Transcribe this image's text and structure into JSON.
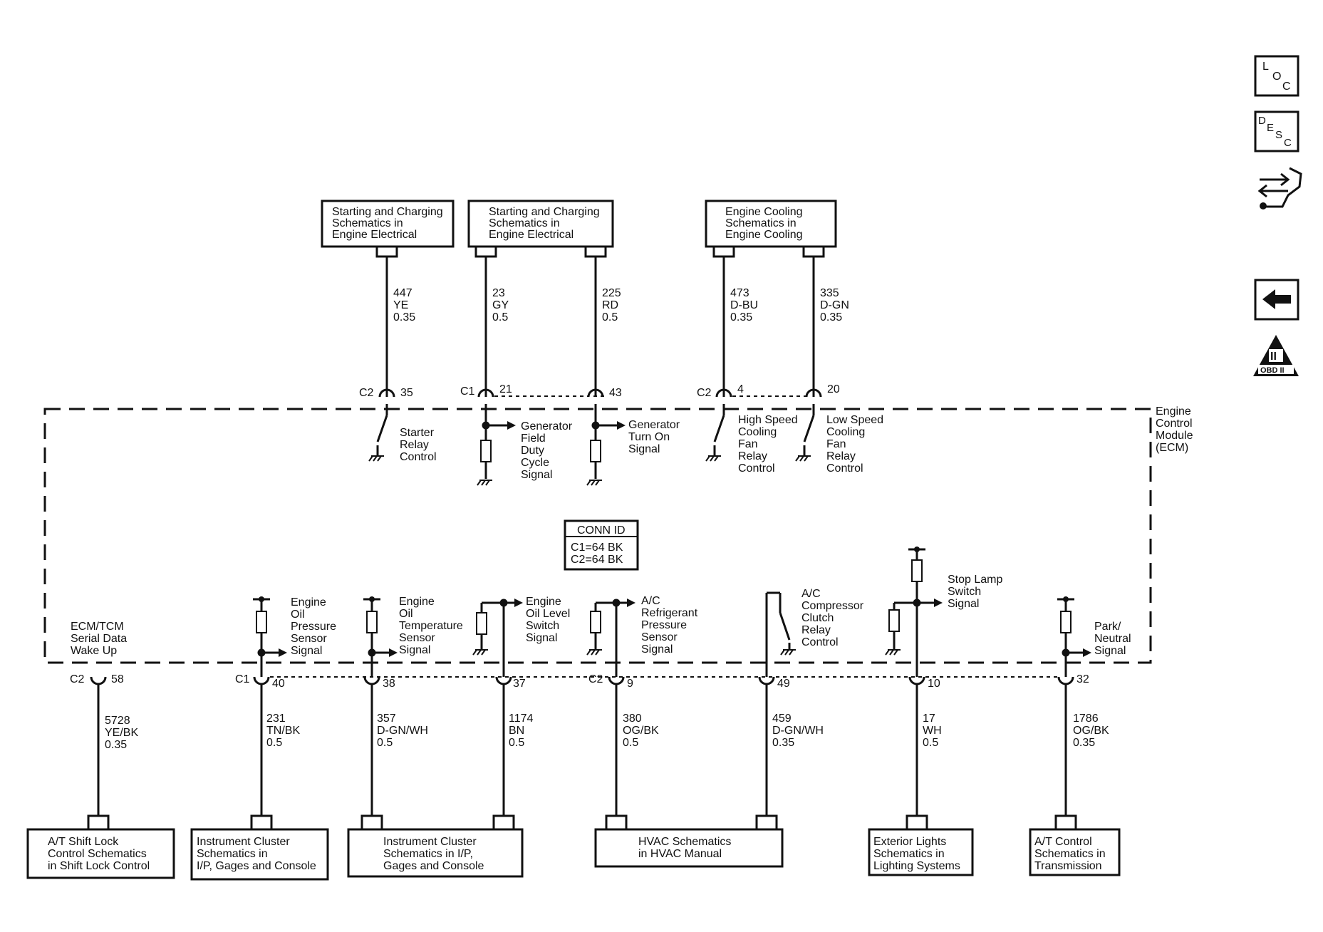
{
  "nav": {
    "loc": [
      "L",
      "O",
      "C"
    ],
    "desc": [
      "D",
      "E",
      "S",
      "C"
    ],
    "obd": [
      "II",
      "OBD II"
    ]
  },
  "ecm_label": [
    "Engine",
    "Control",
    "Module",
    "(ECM)"
  ],
  "conn_id": {
    "title": "CONN ID",
    "lines": [
      "C1=64 BK",
      "C2=64 BK"
    ]
  },
  "top_boxes": [
    [
      "Starting and Charging",
      "Schematics in",
      "Engine Electrical"
    ],
    [
      "Starting and Charging",
      "Schematics in",
      "Engine Electrical"
    ],
    [
      "Engine Cooling",
      "Schematics in",
      "Engine Cooling"
    ]
  ],
  "top_wires": [
    {
      "circuit": "447",
      "color": "YE",
      "size": "0.35",
      "conn": "C2",
      "pin": "35"
    },
    {
      "circuit": "23",
      "color": "GY",
      "size": "0.5",
      "conn": "C1",
      "pin": "21"
    },
    {
      "circuit": "225",
      "color": "RD",
      "size": "0.5",
      "conn": "",
      "pin": "43"
    },
    {
      "circuit": "473",
      "color": "D-BU",
      "size": "0.35",
      "conn": "C2",
      "pin": "4"
    },
    {
      "circuit": "335",
      "color": "D-GN",
      "size": "0.35",
      "conn": "",
      "pin": "20"
    }
  ],
  "top_signals": [
    [
      "Starter",
      "Relay",
      "Control"
    ],
    [
      "Generator",
      "Field",
      "Duty",
      "Cycle",
      "Signal"
    ],
    [
      "Generator",
      "Turn On",
      "Signal"
    ],
    [
      "High Speed",
      "Cooling",
      "Fan",
      "Relay",
      "Control"
    ],
    [
      "Low Speed",
      "Cooling",
      "Fan",
      "Relay",
      "Control"
    ]
  ],
  "bottom_wires": [
    {
      "circuit": "5728",
      "color": "YE/BK",
      "size": "0.35",
      "conn": "C2",
      "pin": "58"
    },
    {
      "circuit": "231",
      "color": "TN/BK",
      "size": "0.5",
      "conn": "C1",
      "pin": "40"
    },
    {
      "circuit": "357",
      "color": "D-GN/WH",
      "size": "0.5",
      "conn": "",
      "pin": "38"
    },
    {
      "circuit": "1174",
      "color": "BN",
      "size": "0.5",
      "conn": "",
      "pin": "37"
    },
    {
      "circuit": "380",
      "color": "OG/BK",
      "size": "0.5",
      "conn": "C2",
      "pin": "9"
    },
    {
      "circuit": "459",
      "color": "D-GN/WH",
      "size": "0.35",
      "conn": "",
      "pin": "49"
    },
    {
      "circuit": "17",
      "color": "WH",
      "size": "0.5",
      "conn": "",
      "pin": "10"
    },
    {
      "circuit": "1786",
      "color": "OG/BK",
      "size": "0.35",
      "conn": "",
      "pin": "32"
    }
  ],
  "bottom_signals": [
    [
      "ECM/TCM",
      "Serial Data",
      "Wake Up"
    ],
    [
      "Engine",
      "Oil",
      "Pressure",
      "Sensor",
      "Signal"
    ],
    [
      "Engine",
      "Oil",
      "Temperature",
      "Sensor",
      "Signal"
    ],
    [
      "Engine",
      "Oil Level",
      "Switch",
      "Signal"
    ],
    [
      "A/C",
      "Refrigerant",
      "Pressure",
      "Sensor",
      "Signal"
    ],
    [
      "A/C",
      "Compressor",
      "Clutch",
      "Relay",
      "Control"
    ],
    [
      "Stop Lamp",
      "Switch",
      "Signal"
    ],
    [
      "Park/",
      "Neutral",
      "Signal"
    ]
  ],
  "bottom_boxes": [
    [
      "A/T Shift Lock",
      "Control Schematics",
      "in Shift Lock Control"
    ],
    [
      "Instrument Cluster",
      "Schematics in",
      "I/P, Gages and Console"
    ],
    [
      "Instrument Cluster",
      "Schematics in I/P,",
      "Gages and Console"
    ],
    [
      "HVAC Schematics",
      "in HVAC Manual"
    ],
    [
      "Exterior Lights",
      "Schematics in",
      "Lighting Systems"
    ],
    [
      "A/T Control",
      "Schematics in",
      "Transmission"
    ]
  ]
}
